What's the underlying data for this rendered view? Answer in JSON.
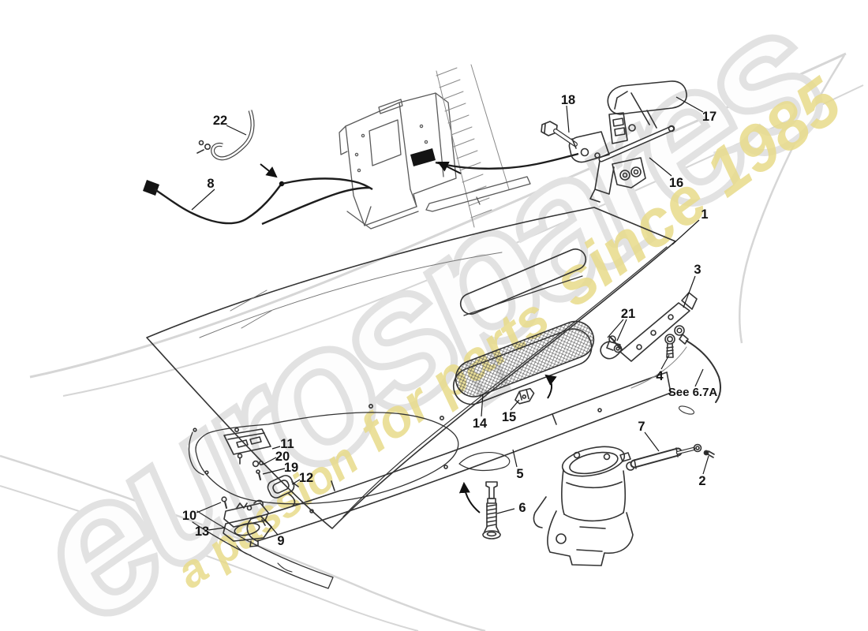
{
  "diagram": {
    "description": "Exploded technical parts diagram of a car boot lid assembly",
    "note_label": "See 6.7A",
    "callouts": {
      "c1": "1",
      "c2": "2",
      "c3": "3",
      "c4": "4",
      "c5": "5",
      "c6": "6",
      "c7": "7",
      "c8": "8",
      "c9": "9",
      "c10": "10",
      "c11": "11",
      "c12": "12",
      "c13": "13",
      "c14": "14",
      "c15": "15",
      "c16": "16",
      "c17": "17",
      "c18": "18",
      "c19": "19",
      "c20": "20",
      "c21": "21",
      "c22": "22"
    }
  },
  "watermark": {
    "brand": "eurospares",
    "tagline_part1": "a passion",
    "tagline_part2": "for parts",
    "tagline_part3": "since 1985",
    "brand_outline_color": "#e2e2e2",
    "tagline_color": "#e7db8a",
    "swoosh_color": "#d6d6d6"
  },
  "colors": {
    "background": "#ffffff",
    "line_art": "#333333",
    "label_text": "#141414"
  }
}
